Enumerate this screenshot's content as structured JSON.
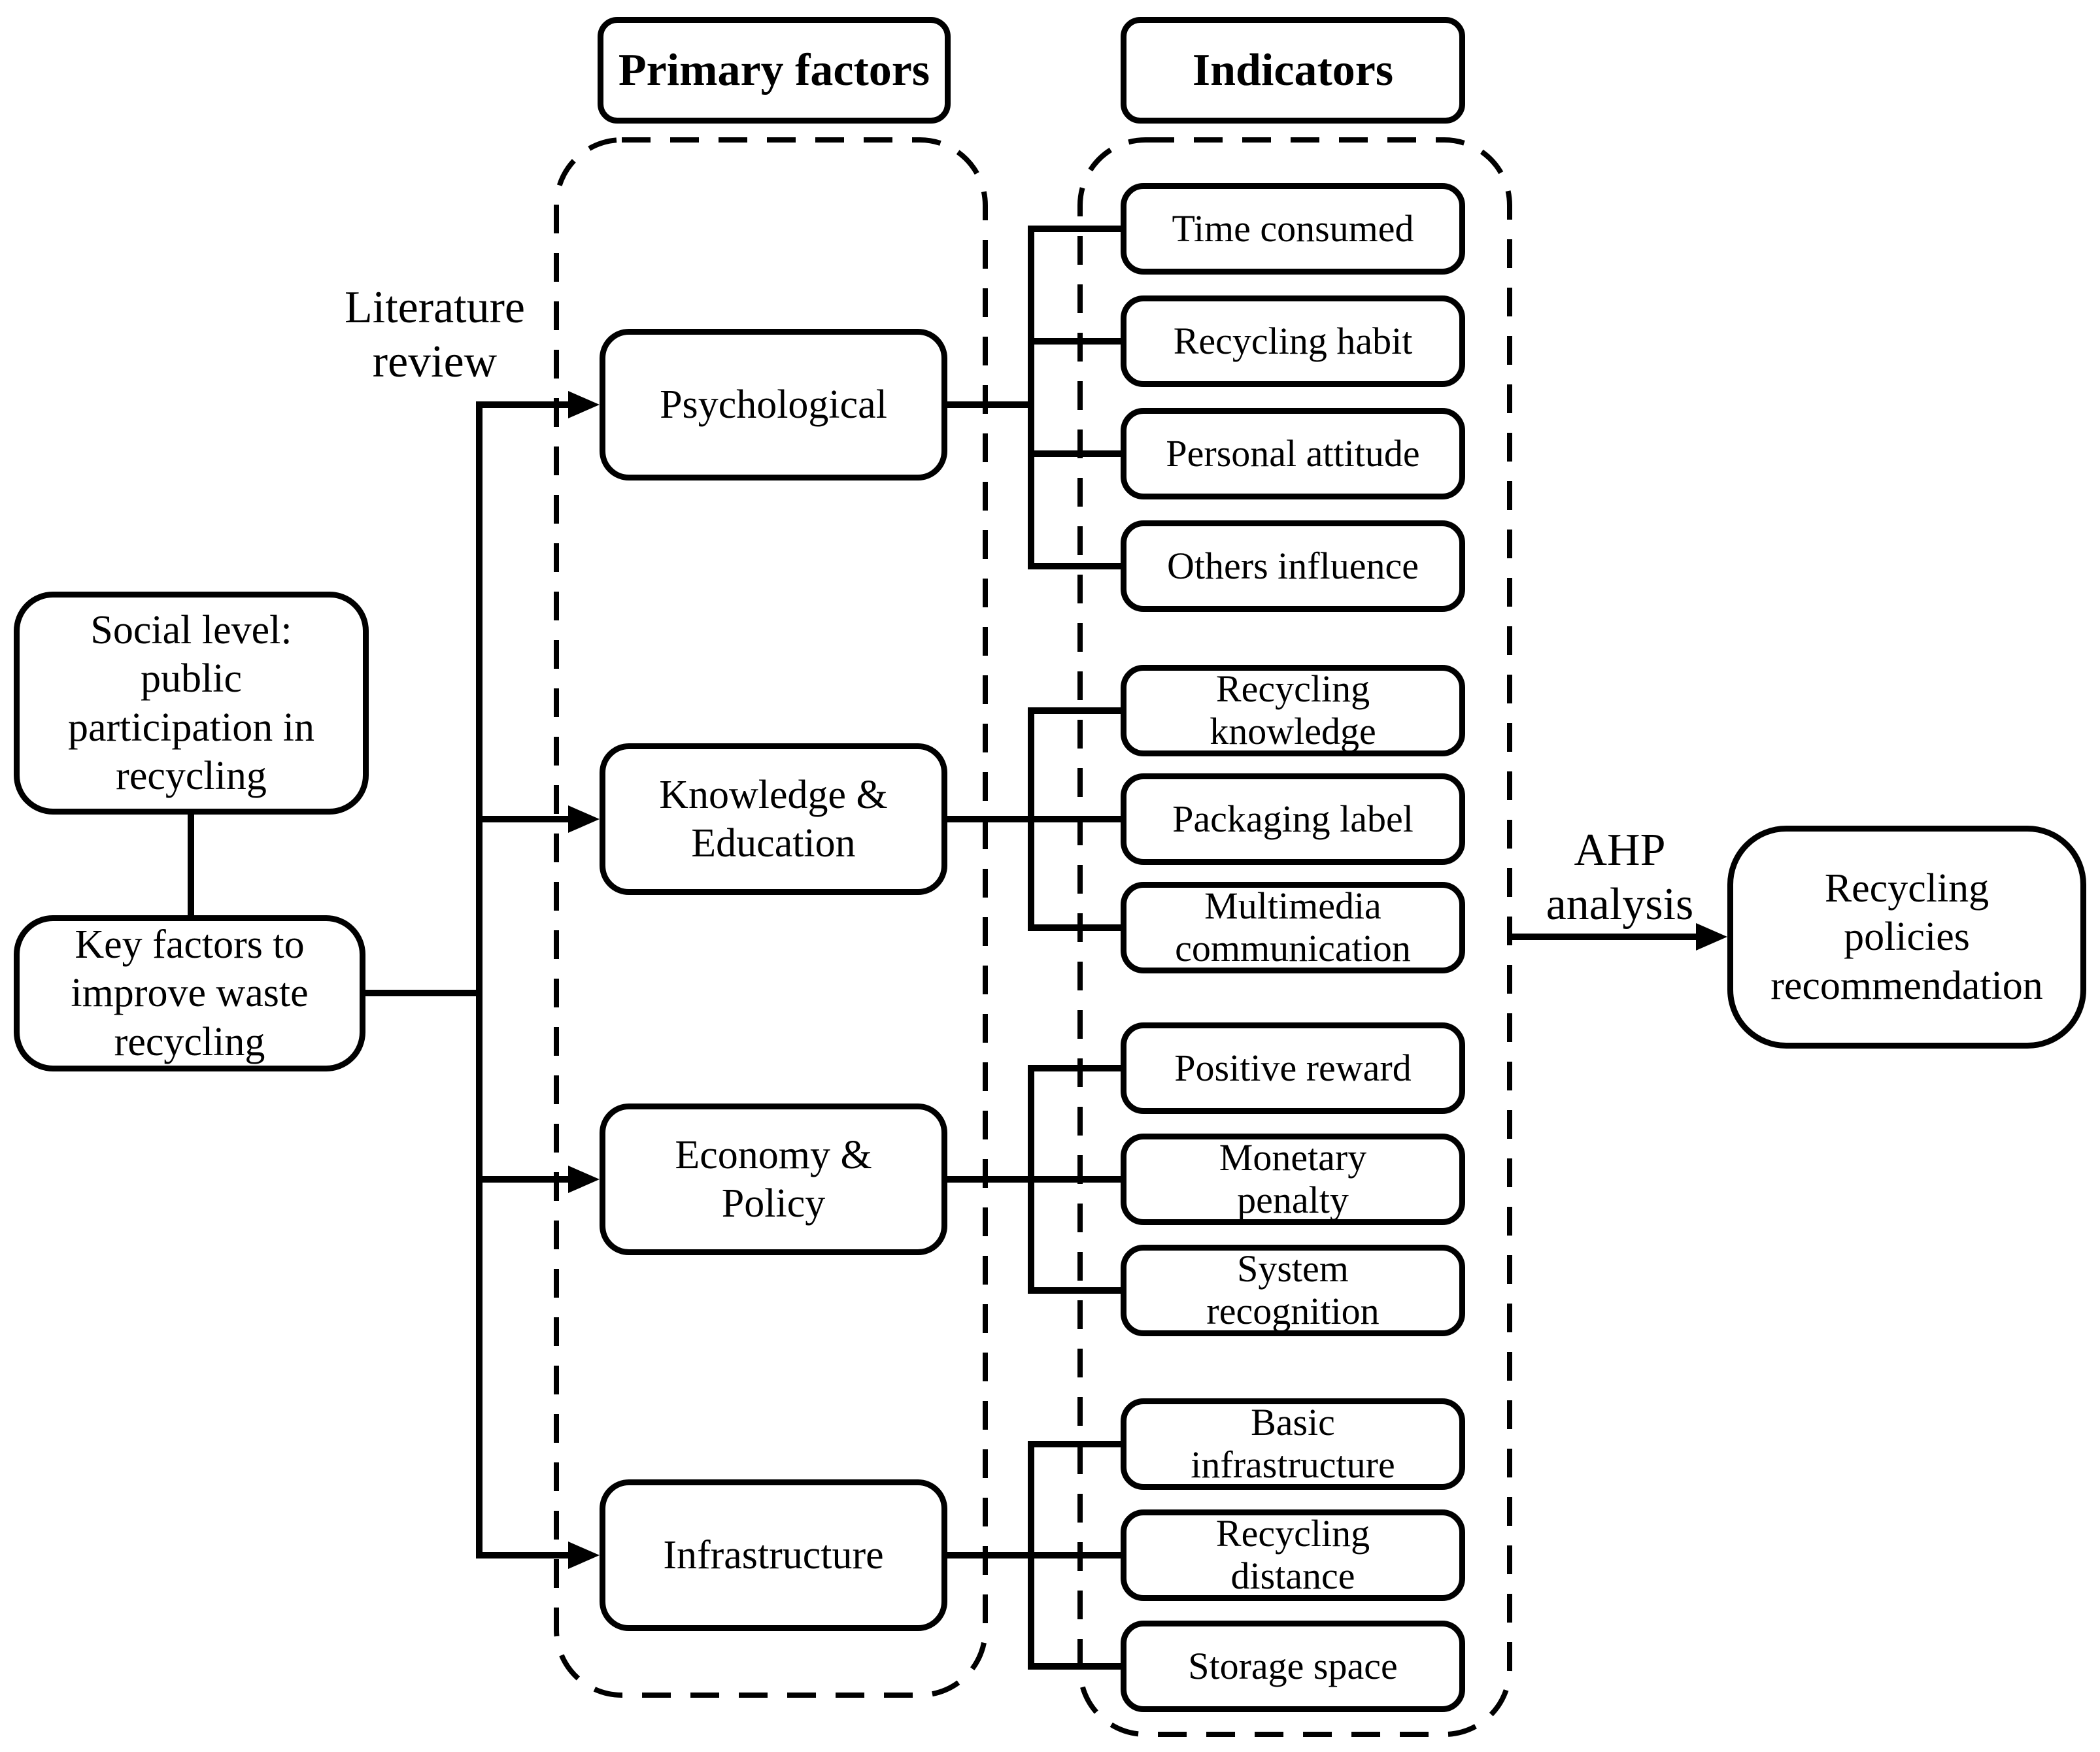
{
  "figure": {
    "background": "#ffffff",
    "line_color": "#000000",
    "headers": {
      "primary_factors": "Primary factors",
      "indicators": "Indicators"
    },
    "labels": {
      "literature_review": "Literature\nreview",
      "ahp_analysis": "AHP\nanalysis"
    },
    "nodes": {
      "social_level": "Social level:\npublic\nparticipation in\nrecycling",
      "key_factors": "Key factors to\nimprove waste\nrecycling",
      "recommendation": "Recycling\npolicies\nrecommendation"
    },
    "factors": [
      {
        "label": "Psychological",
        "indicators": [
          "Time consumed",
          "Recycling habit",
          "Personal attitude",
          "Others influence"
        ]
      },
      {
        "label": "Knowledge &\nEducation",
        "indicators": [
          "Recycling\nknowledge",
          "Packaging label",
          "Multimedia\ncommunication"
        ]
      },
      {
        "label": "Economy &\nPolicy",
        "indicators": [
          "Positive reward",
          "Monetary\npenalty",
          "System\nrecognition"
        ]
      },
      {
        "label": "Infrastructure",
        "indicators": [
          "Basic\ninfrastructure",
          "Recycling\ndistance",
          "Storage space"
        ]
      }
    ]
  }
}
